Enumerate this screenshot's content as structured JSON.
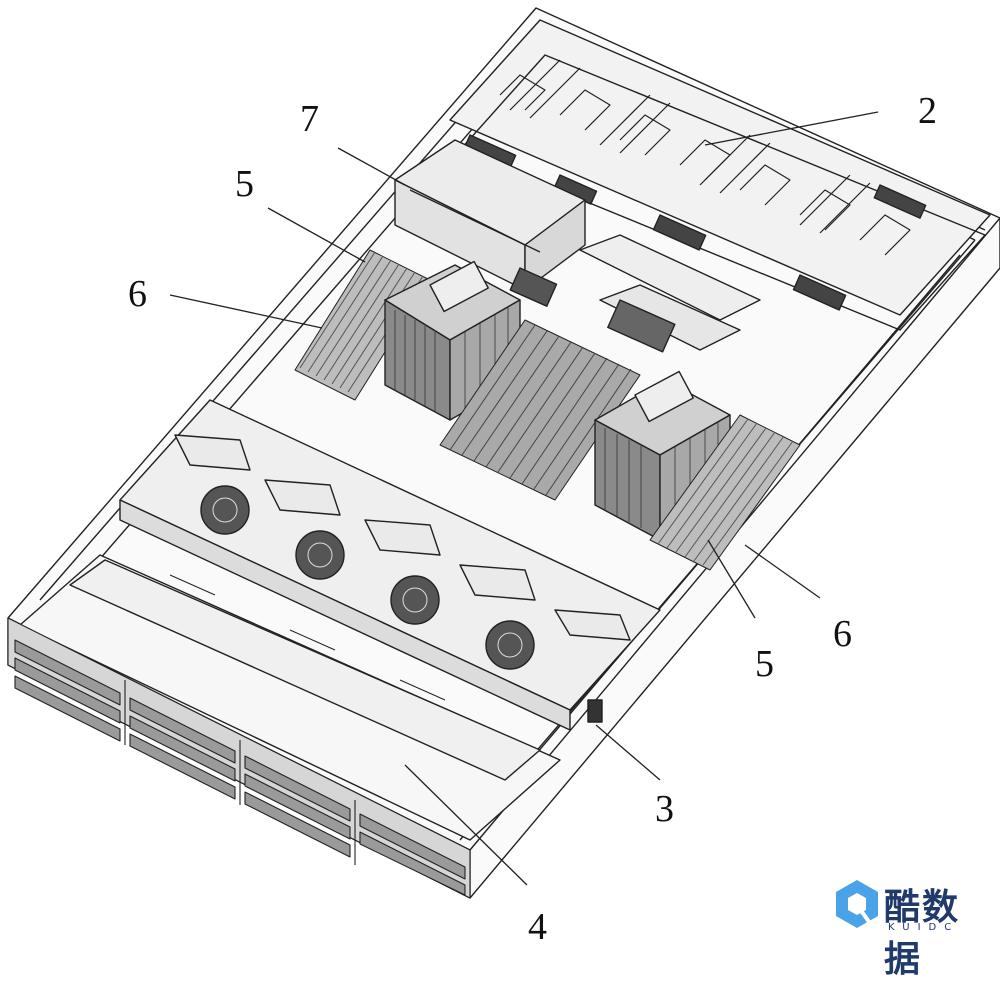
{
  "labels": {
    "l2": "2",
    "l7": "7",
    "l5a": "5",
    "l6a": "6",
    "l6b": "6",
    "l5b": "5",
    "l3": "3",
    "l4": "4"
  },
  "watermark": {
    "cn": "酷数据",
    "en": "KUIDC"
  }
}
